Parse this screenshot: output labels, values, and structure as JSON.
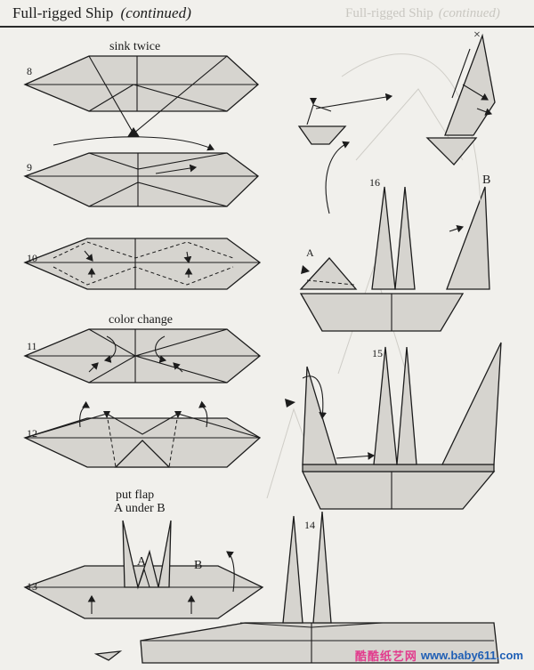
{
  "header": {
    "title": "Full-rigged Ship",
    "continued": "(continued)"
  },
  "steps": {
    "s8": "8",
    "s9": "9",
    "s10": "10",
    "s11": "11",
    "s12": "12",
    "s13": "13",
    "s14": "14",
    "s15": "15",
    "s16": "16"
  },
  "labels": {
    "sink_twice": "sink twice",
    "color_change": "color change",
    "put_flap_line1": "put flap",
    "put_flap_line2": "A under B",
    "flap_a_13": "A",
    "flap_b_13": "B",
    "flap_a_16": "A",
    "flap_b_16": "B",
    "x_mark": "×"
  },
  "watermark": {
    "logo": "酷酷纸艺网",
    "url": "www.baby611.com"
  },
  "colors": {
    "paper_gray": "#d6d4cf",
    "ink": "#1c1c1c",
    "logo_pink": "#e23b8d",
    "url_blue": "#1f5fb5"
  }
}
